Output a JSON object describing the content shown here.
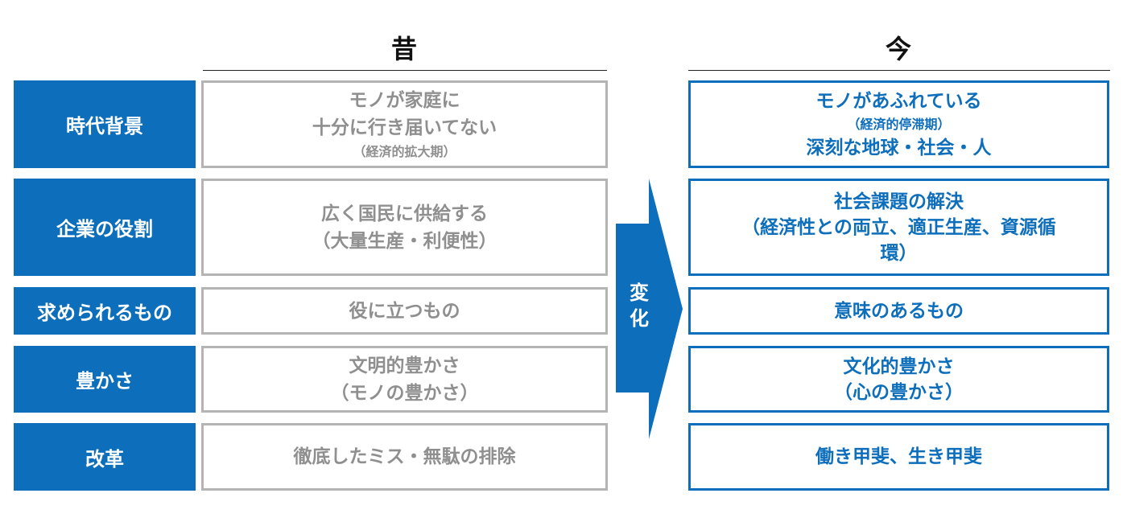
{
  "headers": {
    "old": "昔",
    "new": "今"
  },
  "change_label": [
    "変",
    "化"
  ],
  "rows": [
    {
      "label": "時代背景",
      "old": [
        {
          "t": "モノが家庭に",
          "s": false
        },
        {
          "t": "十分に行き届いてない",
          "s": false
        },
        {
          "t": "（経済的拡大期）",
          "s": true
        }
      ],
      "new": [
        {
          "t": "モノがあふれている",
          "s": false
        },
        {
          "t": "（経済的停滞期）",
          "s": true
        },
        {
          "t": "深刻な地球・社会・人",
          "s": false
        }
      ]
    },
    {
      "label": "企業の役割",
      "old": [
        {
          "t": "広く国民に供給する",
          "s": false
        },
        {
          "t": "（大量生産・利便性）",
          "s": false
        }
      ],
      "new": [
        {
          "t": "社会課題の解決",
          "s": false
        },
        {
          "t": "（経済性との両立、適正生産、資源循",
          "s": false
        },
        {
          "t": "環）",
          "s": false
        }
      ]
    },
    {
      "label": "求められるもの",
      "old": [
        {
          "t": "役に立つもの",
          "s": false
        }
      ],
      "new": [
        {
          "t": "意味のあるもの",
          "s": false
        }
      ]
    },
    {
      "label": "豊かさ",
      "old": [
        {
          "t": "文明的豊かさ",
          "s": false
        },
        {
          "t": "（モノの豊かさ）",
          "s": false
        }
      ],
      "new": [
        {
          "t": "文化的豊かさ",
          "s": false
        },
        {
          "t": "（心の豊かさ）",
          "s": false
        }
      ]
    },
    {
      "label": "改革",
      "old": [
        {
          "t": "徹底したミス・無駄の排除",
          "s": false
        }
      ],
      "new": [
        {
          "t": "働き甲斐、生き甲斐",
          "s": false
        }
      ]
    }
  ],
  "colors": {
    "accent": "#0d6ebb",
    "old_border": "#b4b4b4",
    "old_text": "#8f8f8f"
  }
}
